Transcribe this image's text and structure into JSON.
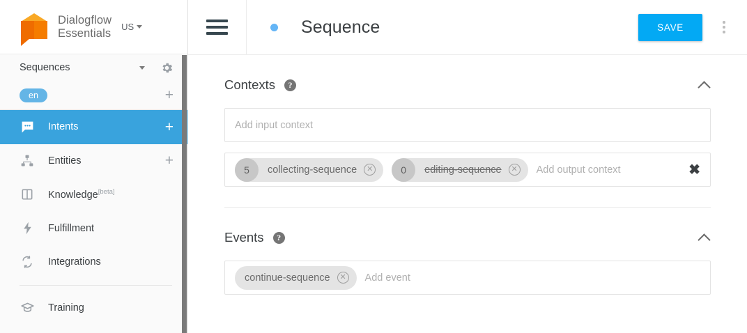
{
  "sidebar": {
    "brand": {
      "name_line1": "Dialogflow",
      "name_line2": "Essentials",
      "region": "US",
      "logo_icon": "dialogflow-cube-logo"
    },
    "agent": {
      "name": "Sequences",
      "caret_icon": "caret-down-icon",
      "settings_icon": "gear-icon"
    },
    "language": {
      "current": "en",
      "add_icon": "plus-icon"
    },
    "items": [
      {
        "label": "Intents",
        "icon": "speech-bubble-icon",
        "active": true,
        "add": "+"
      },
      {
        "label": "Entities",
        "icon": "hierarchy-icon",
        "active": false,
        "add": "+"
      },
      {
        "label": "Knowledge",
        "sup": "[beta]",
        "icon": "book-icon",
        "active": false,
        "add": ""
      },
      {
        "label": "Fulfillment",
        "icon": "lightning-bolt-icon",
        "active": false,
        "add": ""
      },
      {
        "label": "Integrations",
        "icon": "refresh-arrows-icon",
        "active": false,
        "add": ""
      },
      {
        "label": "Training",
        "icon": "graduation-cap-icon",
        "active": false,
        "add": ""
      }
    ]
  },
  "topbar": {
    "menu_icon": "hamburger-menu-icon",
    "status_dot": "status-dot-blue",
    "title": "Sequence",
    "save_label": "SAVE",
    "more_icon": "more-vertical-icon"
  },
  "contexts": {
    "title": "Contexts",
    "help_icon": "help-circle-icon",
    "collapse_icon": "chevron-up-icon",
    "input_placeholder": "Add input context",
    "output_placeholder": "Add output context",
    "clear_icon": "clear-x-icon",
    "output_chips": [
      {
        "lifespan": "5",
        "label": "collecting-sequence",
        "struck": false,
        "remove_icon": "chip-remove-icon"
      },
      {
        "lifespan": "0",
        "label": "editing-sequence",
        "struck": true,
        "remove_icon": "chip-remove-icon"
      }
    ]
  },
  "events": {
    "title": "Events",
    "help_icon": "help-circle-icon",
    "collapse_icon": "chevron-up-icon",
    "placeholder": "Add event",
    "chips": [
      {
        "label": "continue-sequence",
        "remove_icon": "chip-remove-icon"
      }
    ]
  },
  "colors": {
    "accent_blue": "#03a9f4",
    "sidebar_active": "#39a3dd",
    "lang_pill": "#64b5e6",
    "logo_orange": "#ef6c00",
    "chip_gray": "#e4e4e4"
  }
}
